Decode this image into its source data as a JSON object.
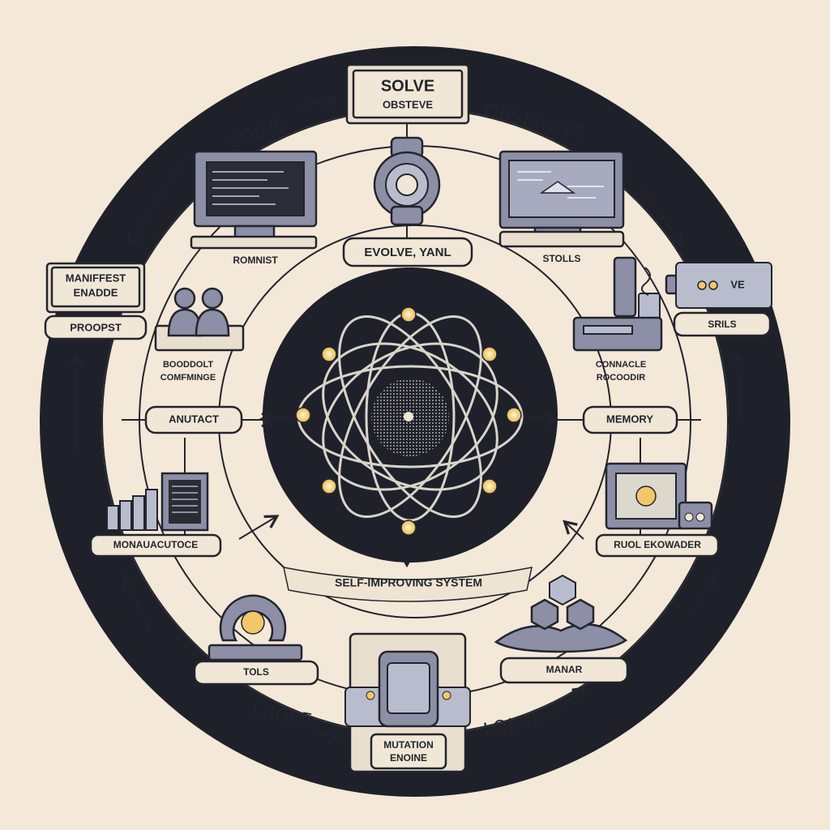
{
  "colors": {
    "background": "#f4e8d8",
    "ring": "#1f212a",
    "paper": "#f1e7d6",
    "device": "#8c8fa6",
    "device_light": "#b8bccd",
    "node_glow": "#f2c76a"
  },
  "top_box": {
    "title": "SOLVE",
    "subtitle": "OBSTEVE"
  },
  "center_label": "EVOLVE, YANL",
  "ring_labels": {
    "top_left": "SOLVE",
    "top_right": "OBSEROVE",
    "bottom_left": "LBOLE",
    "bottom_right": "LOLOD"
  },
  "nodes": {
    "manifest": {
      "title": "MANIFFEST\nENADDE",
      "label": "PROOPST"
    },
    "romnist": {
      "label": "ROMNIST"
    },
    "stolls": {
      "label": "STOLLS"
    },
    "ve": {
      "screen": "VE",
      "label": "SRILS"
    },
    "boodolt": {
      "label": "BOODDOLT\nCOMFMINGE"
    },
    "console": {
      "label": "CONNACLE\nROCOODIR"
    },
    "anutact": {
      "label": "ANUTACT"
    },
    "memory": {
      "label": "MEMORY"
    },
    "monau": {
      "label": "MONAUACUTOCE"
    },
    "ruol": {
      "label": "RUOL EKOWADER"
    },
    "tols": {
      "label": "TOLS"
    },
    "manar": {
      "label": "MANAR"
    },
    "mutation": {
      "label": "MUTATION\nENOINE"
    }
  },
  "banner": "SELF-IMPROVING SYSTEM"
}
